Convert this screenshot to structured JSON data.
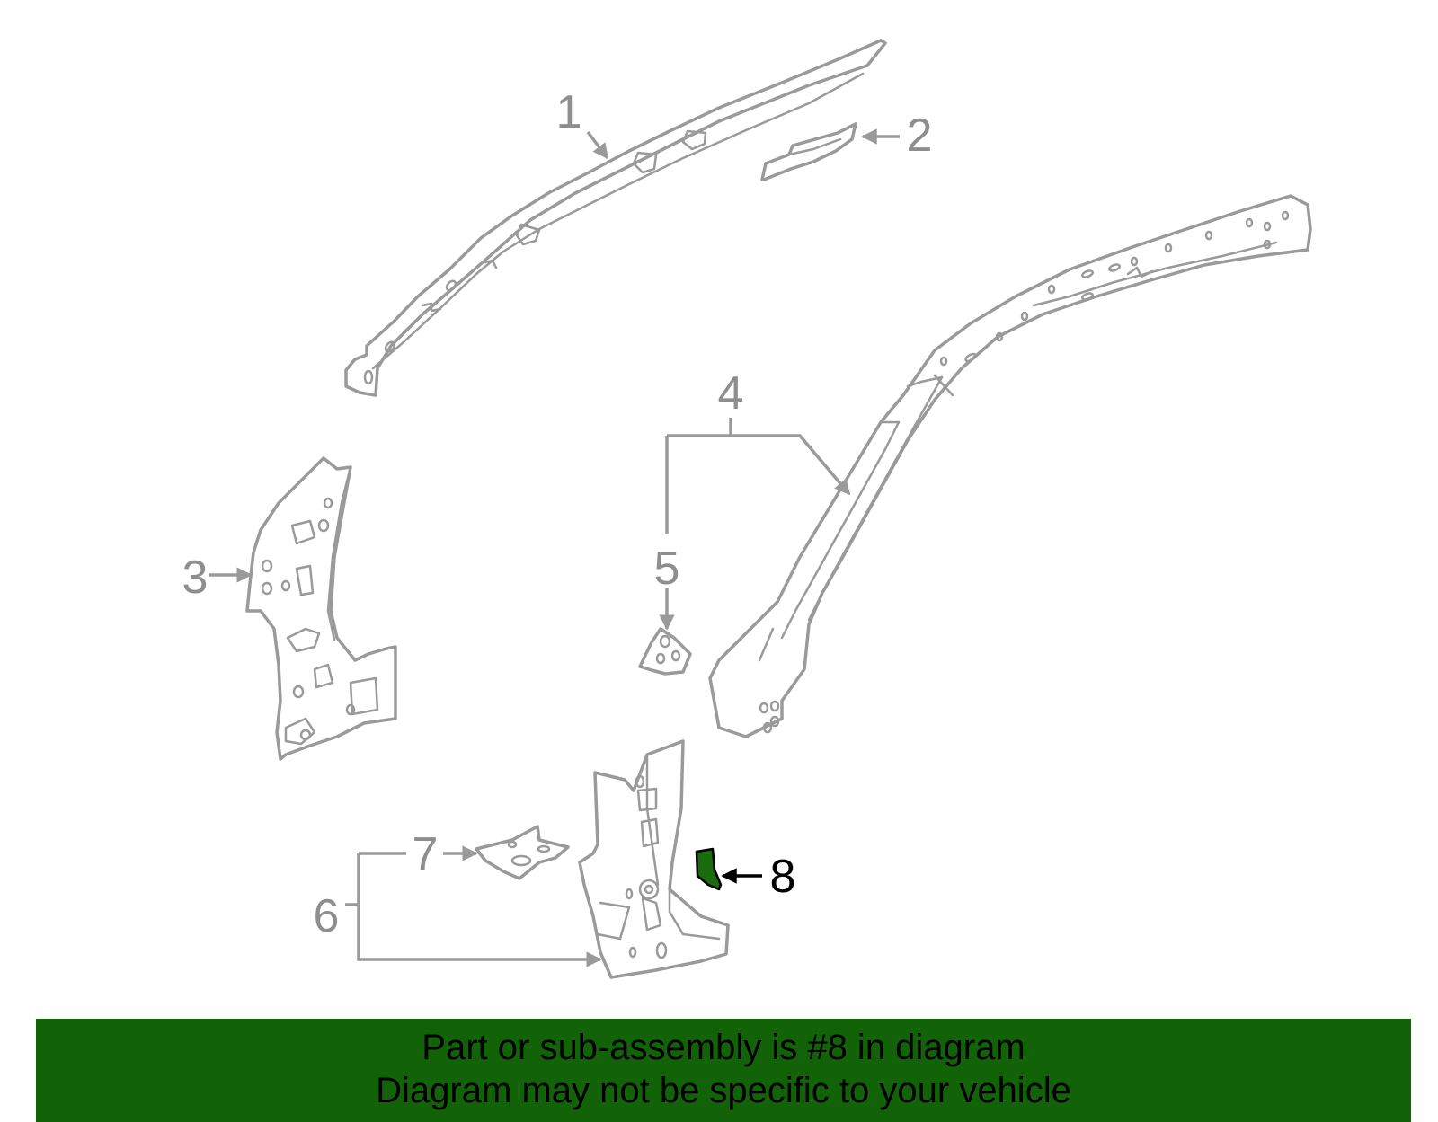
{
  "callouts": {
    "c1": "1",
    "c2": "2",
    "c3": "3",
    "c4": "4",
    "c5": "5",
    "c6": "6",
    "c7": "7",
    "c8": "8"
  },
  "highlighted_part": "8",
  "colors": {
    "outline": "#9a9a9a",
    "label": "#8e8e8e",
    "highlight_fill": "#1a6a0e",
    "banner_bg": "#126207",
    "banner_text": "#000000"
  },
  "banner": {
    "line1": "Part or sub-assembly is #8 in diagram",
    "line2": "Diagram may not be specific to your vehicle"
  }
}
